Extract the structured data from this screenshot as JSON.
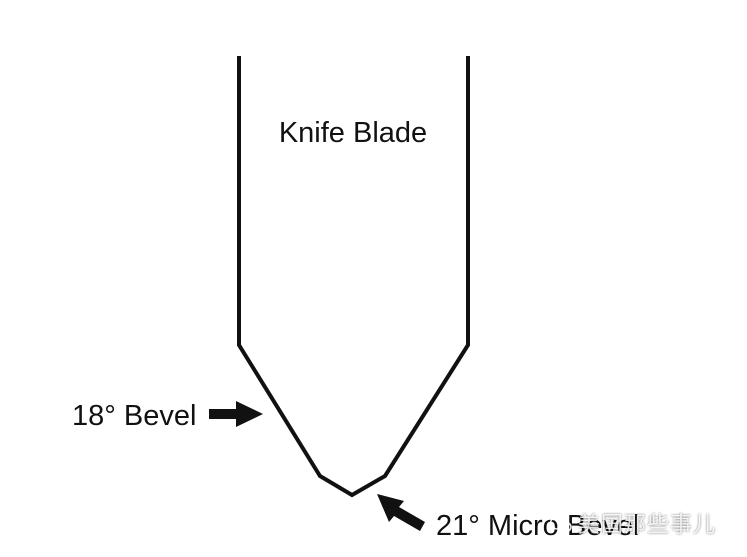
{
  "labels": {
    "blade": "Knife Blade",
    "bevel_18": "18° Bevel",
    "micro_bevel_21": "21° Micro Bevel"
  },
  "watermark": {
    "text": "美国那些事儿",
    "icon": "wechat-icon"
  },
  "colors": {
    "outline": "#111111",
    "background": "#ffffff"
  }
}
